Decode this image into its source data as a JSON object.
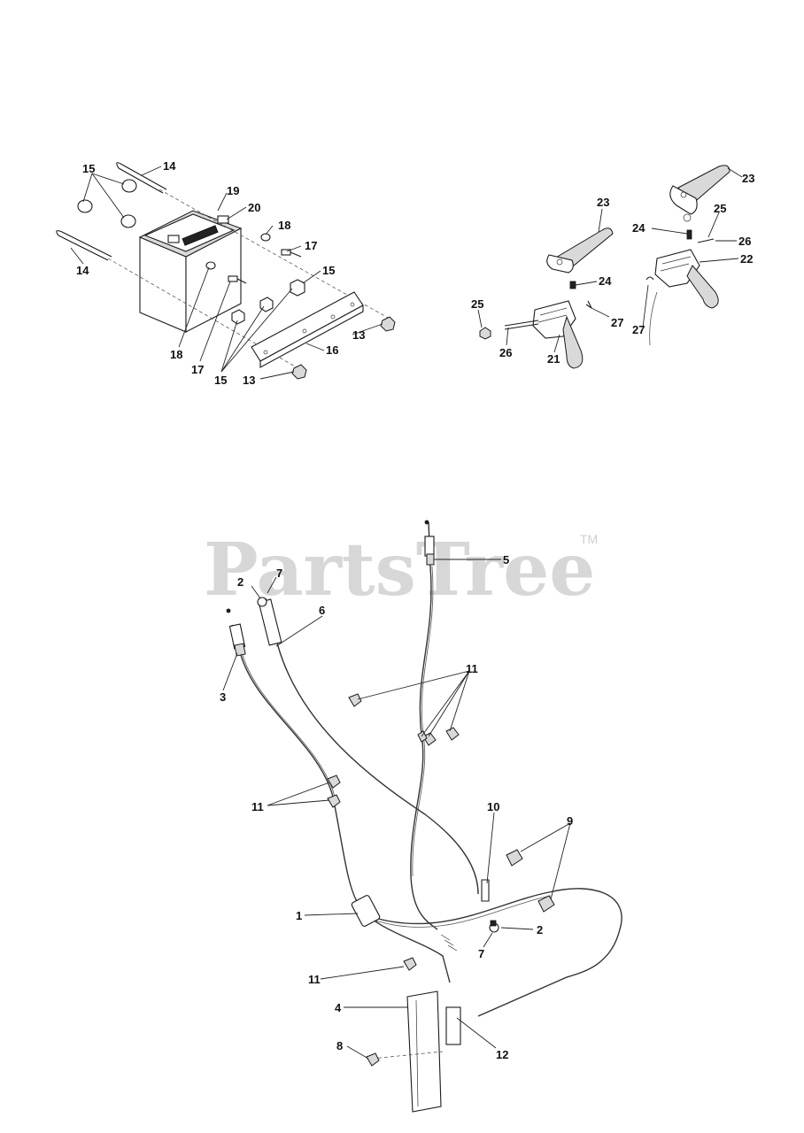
{
  "watermark": {
    "text": "PartsTree",
    "tm": "TM"
  },
  "battery_group": {
    "labels": [
      "15",
      "14",
      "19",
      "20",
      "18",
      "17",
      "15",
      "14",
      "18",
      "17",
      "15",
      "13",
      "16",
      "13"
    ]
  },
  "lever_group": {
    "labels": [
      "23",
      "24",
      "25",
      "27",
      "21",
      "26",
      "23",
      "24",
      "25",
      "26",
      "22",
      "27"
    ]
  },
  "cable_group": {
    "labels": [
      "5",
      "7",
      "2",
      "6",
      "3",
      "11",
      "11",
      "10",
      "9",
      "1",
      "2",
      "7",
      "11",
      "4",
      "12",
      "8"
    ]
  }
}
